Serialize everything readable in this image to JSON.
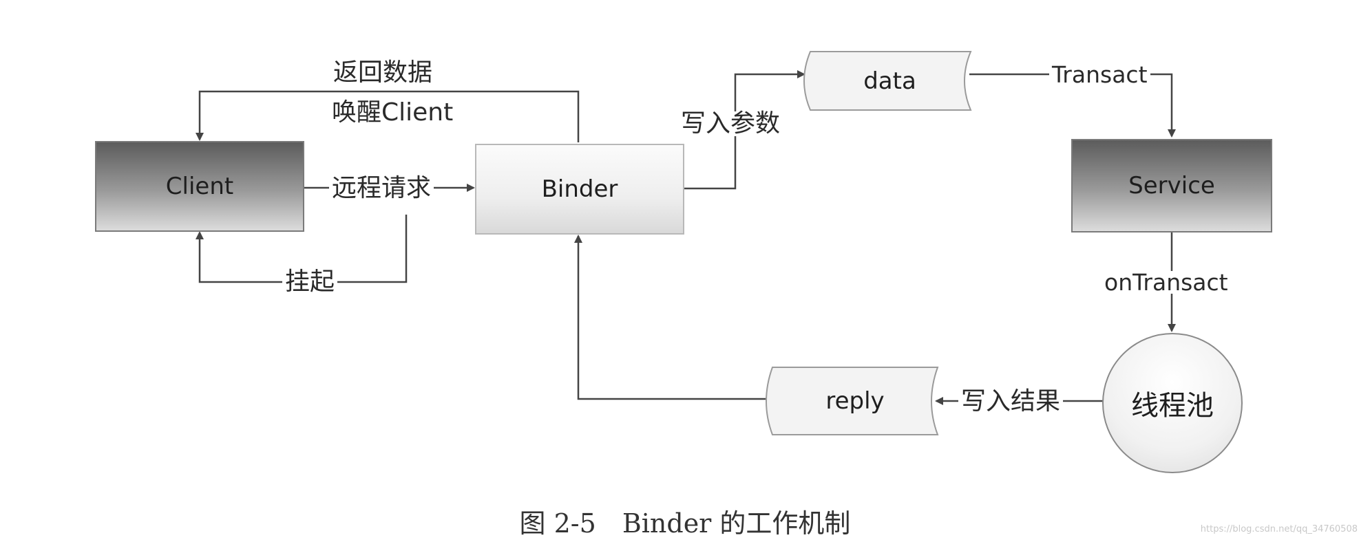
{
  "diagram": {
    "nodes": {
      "client": "Client",
      "binder": "Binder",
      "service": "Service",
      "thread_pool": "线程池",
      "data": "data",
      "reply": "reply"
    },
    "edges": {
      "remote_request": "远程请求",
      "suspend": "挂起",
      "return_data": "返回数据",
      "wake_client": "唤醒Client",
      "write_params": "写入参数",
      "transact": "Transact",
      "on_transact": "onTransact",
      "write_result": "写入结果"
    }
  },
  "caption": "图 2-5　Binder 的工作机制",
  "watermark": "https://blog.csdn.net/qq_34760508",
  "colors": {
    "line": "#444444",
    "dark_box_top": "#5c5c5c",
    "light_box": "#eeeeee"
  }
}
